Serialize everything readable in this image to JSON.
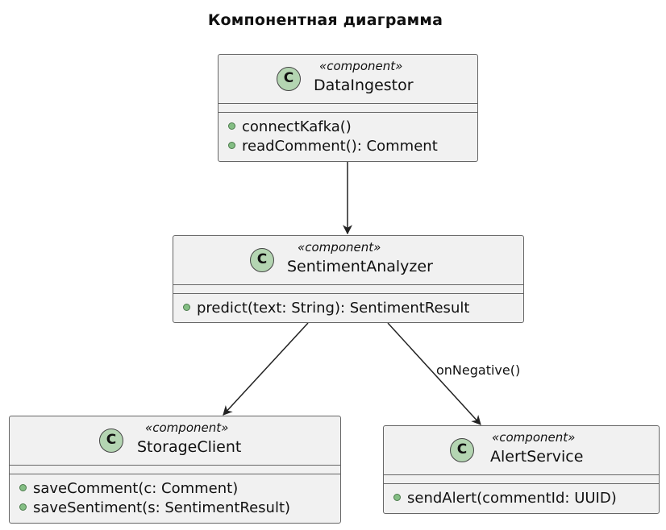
{
  "title": "Компонентная диаграмма",
  "components": {
    "data_ingestor": {
      "stereotype": "«component»",
      "name": "DataIngestor",
      "badge": "C",
      "methods": [
        "connectKafka()",
        "readComment(): Comment"
      ]
    },
    "sentiment_analyzer": {
      "stereotype": "«component»",
      "name": "SentimentAnalyzer",
      "badge": "C",
      "methods": [
        "predict(text: String): SentimentResult"
      ]
    },
    "storage_client": {
      "stereotype": "«component»",
      "name": "StorageClient",
      "badge": "C",
      "methods": [
        "saveComment(c: Comment)",
        "saveSentiment(s: SentimentResult)"
      ]
    },
    "alert_service": {
      "stereotype": "«component»",
      "name": "AlertService",
      "badge": "C",
      "methods": [
        "sendAlert(commentId: UUID)"
      ]
    }
  },
  "edges": {
    "analyzer_to_alert_label": "onNegative()"
  },
  "colors": {
    "box_fill": "#f1f1f1",
    "badge_fill": "#b4d5b2",
    "method_dot": "#84be84",
    "border": "#666666"
  }
}
